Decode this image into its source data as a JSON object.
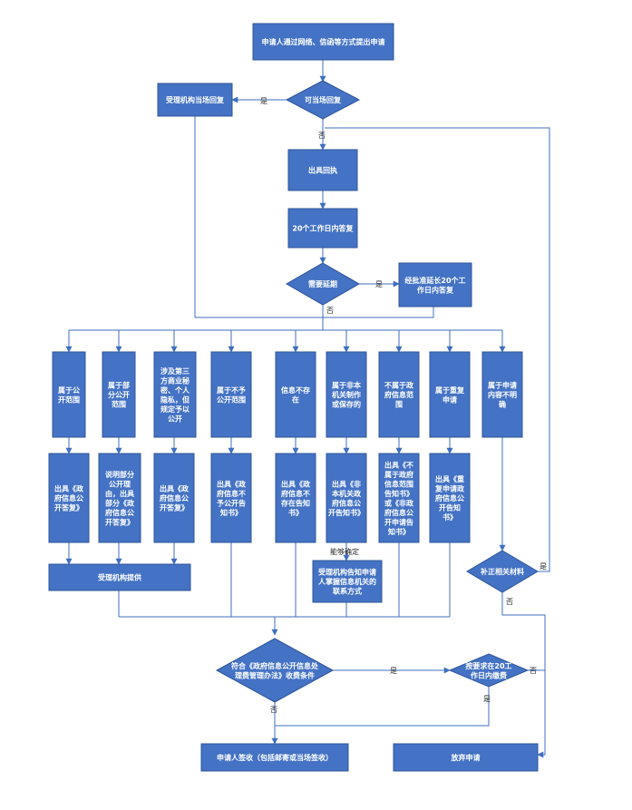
{
  "colors": {
    "node_fill": "#4472c4",
    "node_border": "#2f5597",
    "connector": "#3f6fbf",
    "text": "#ffffff",
    "edge_label": "#2a2a2a"
  },
  "nodes": {
    "start": [
      "申请人通过网络、信函等方式提出申请"
    ],
    "can_reply": [
      "可当场回复"
    ],
    "reply_on_site": [
      "受理机构当场回复"
    ],
    "receipt": [
      "出具回执"
    ],
    "answer20": [
      "20个工作日内答复"
    ],
    "need_extend": [
      "需要延期"
    ],
    "extend20": [
      "经批准延长20个工",
      "作日内答复"
    ],
    "c1": [
      "属于公",
      "开范围"
    ],
    "c2": [
      "属于部",
      "分公开",
      "范围"
    ],
    "c3": [
      "涉及第三",
      "方商业秘",
      "密、个人",
      "隐私，但",
      "规定予以",
      "公开"
    ],
    "c4": [
      "属于不予",
      "公开范围"
    ],
    "c5": [
      "信息不存",
      "在"
    ],
    "c6": [
      "属于非本",
      "机关制作",
      "或保存的"
    ],
    "c7": [
      "不属于政",
      "府信息范",
      "围"
    ],
    "c8": [
      "属于重复",
      "申请"
    ],
    "c9": [
      "属于申请",
      "内容不明",
      "确"
    ],
    "d1": [
      "出具《政",
      "府信息公",
      "开答复》"
    ],
    "d2": [
      "说明部分",
      "公开理",
      "由，出具",
      "部分《政",
      "府信息公",
      "开答复》"
    ],
    "d3": [
      "出具《政",
      "府信息公",
      "开答复》"
    ],
    "d4": [
      "出具《政",
      "府信息不",
      "予公开告",
      "知书》"
    ],
    "d5": [
      "出具《政",
      "府信息不",
      "存在告知",
      "书》"
    ],
    "d6": [
      "出具《非",
      "本机关政",
      "府信息公",
      "开告知书》"
    ],
    "d7": [
      "出具《不",
      "属于政府",
      "信息范围",
      "告知书》",
      "或《非政",
      "府信息公",
      "开申请告",
      "知书》"
    ],
    "d8": [
      "出具《重",
      "复申请政",
      "府信息公",
      "开告知",
      "书》"
    ],
    "provide": [
      "受理机构提供"
    ],
    "inform": [
      "受理机构告知申请",
      "人掌握信息机关的",
      "联系方式"
    ],
    "supplement": [
      "补正相关材料"
    ],
    "fee_cond": [
      "符合《政府信息公开信息处",
      "理费管理办法》收费条件"
    ],
    "pay20": [
      "按要求在20工",
      "作日内缴费"
    ],
    "sign": [
      "申请人签收（包括邮寄或当场签收）"
    ],
    "abandon": [
      "放弃申请"
    ]
  },
  "edge_labels": {
    "yes": "是",
    "no": "否",
    "can_determine": "能够确定"
  }
}
